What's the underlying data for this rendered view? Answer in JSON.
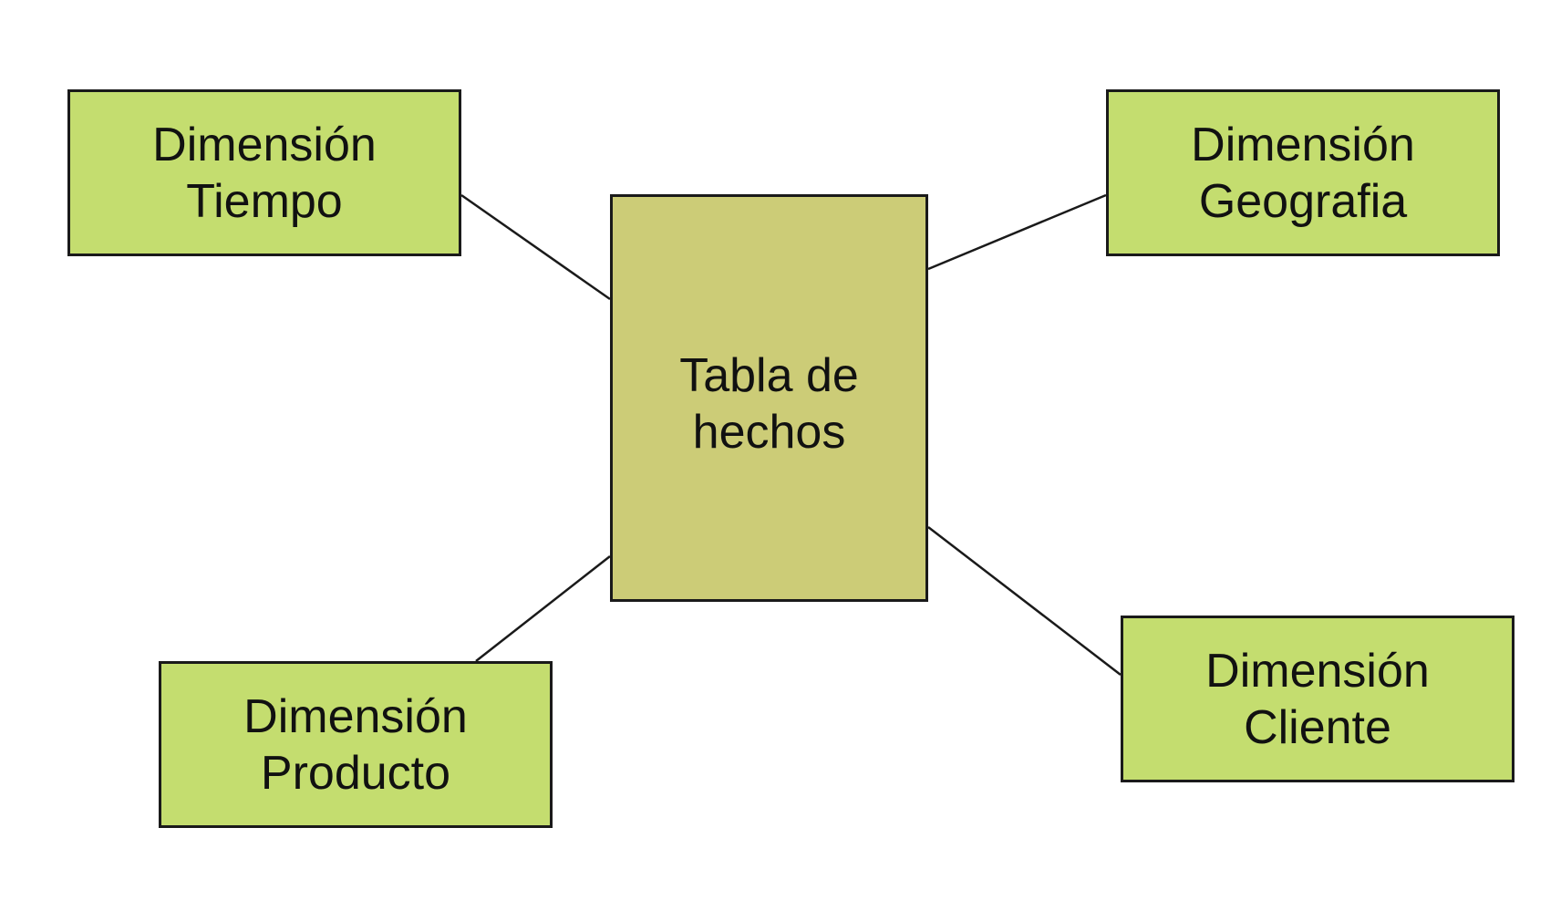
{
  "colors": {
    "dimension_fill": "#c4dd6f",
    "fact_fill": "#cccc77",
    "border": "#1a1a1a",
    "connector": "#1a1a1a"
  },
  "fact_table": {
    "line1": "Tabla de",
    "line2": "hechos"
  },
  "dimensions": {
    "tiempo": {
      "line1": "Dimensión",
      "line2": "Tiempo"
    },
    "geografia": {
      "line1": "Dimensión",
      "line2": "Geografia"
    },
    "producto": {
      "line1": "Dimensión",
      "line2": "Producto"
    },
    "cliente": {
      "line1": "Dimensión",
      "line2": "Cliente"
    }
  }
}
